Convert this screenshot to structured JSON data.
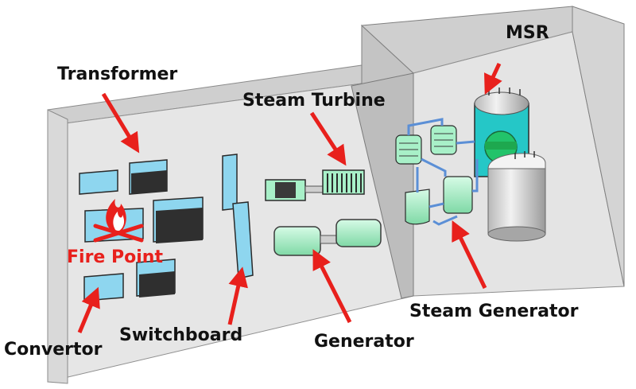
{
  "labels": {
    "transformer": "Transformer",
    "steam_turbine": "Steam Turbine",
    "msr": "MSR",
    "fire_point": "Fire Point",
    "convertor": "Convertor",
    "switchboard": "Switchboard",
    "generator": "Generator",
    "steam_generator": "Steam Generator"
  },
  "colors": {
    "arrow": "#e8201c",
    "fire_label": "#e8201c",
    "equipment_blue": "#8ed6ef",
    "equipment_green": "#a8f0c8",
    "wall": "#d2d2d2",
    "floor": "#e8e8e8"
  }
}
